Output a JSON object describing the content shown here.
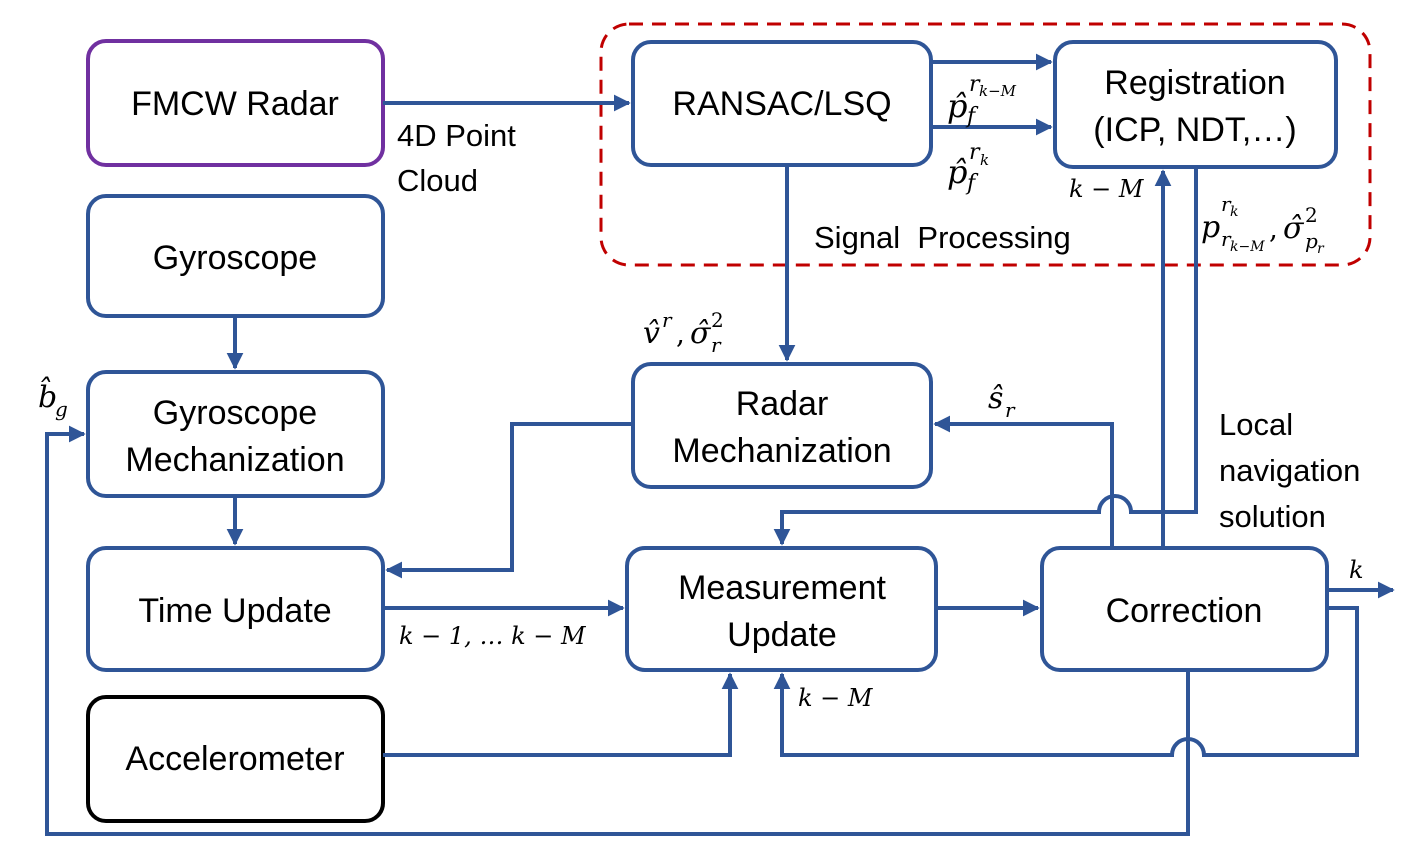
{
  "colors": {
    "box_border": "#2F5597",
    "arrow": "#2F5597",
    "radar_border": "#7030A0",
    "accelerometer_border": "#000000",
    "signal_processing_border": "#C00000"
  },
  "boxes": {
    "fmcw_radar": "FMCW Radar",
    "gyroscope": "Gyroscope",
    "gyro_mech_line1": "Gyroscope",
    "gyro_mech_line2": "Mechanization",
    "time_update": "Time Update",
    "accelerometer": "Accelerometer",
    "ransac": "RANSAC/LSQ",
    "registration_line1": "Registration",
    "registration_line2": "(ICP, NDT,…)",
    "radar_mech_line1": "Radar",
    "radar_mech_line2": "Mechanization",
    "meas_update_line1": "Measurement",
    "meas_update_line2": "Update",
    "correction": "Correction"
  },
  "labels": {
    "point_cloud_line1": "4D Point",
    "point_cloud_line2": "Cloud",
    "signal_processing": "Signal  Processing",
    "local_nav_line1": "Local",
    "local_nav_line2": "navigation",
    "local_nav_line3": "solution"
  },
  "math": {
    "p_hat": "p̂",
    "f": "f",
    "r": "r",
    "k_minus_M_sub": "k−M",
    "k_sub": "k",
    "reg_input_index": "k − M",
    "p": "p",
    "r_sub": "r",
    "comma": ",",
    "sigma_hat": "σ̂",
    "sq": "2",
    "p_r_sub_p": "p",
    "p_r_sub_r": "r",
    "v_hat": "v̂",
    "sigma_r_sub": "r",
    "b_hat": "b̂",
    "g_sub": "g",
    "s_hat": "ŝ",
    "s_sub": "r",
    "time_indices": "k − 1, … k − M",
    "meas_index": "k − M",
    "output_k": "k"
  }
}
